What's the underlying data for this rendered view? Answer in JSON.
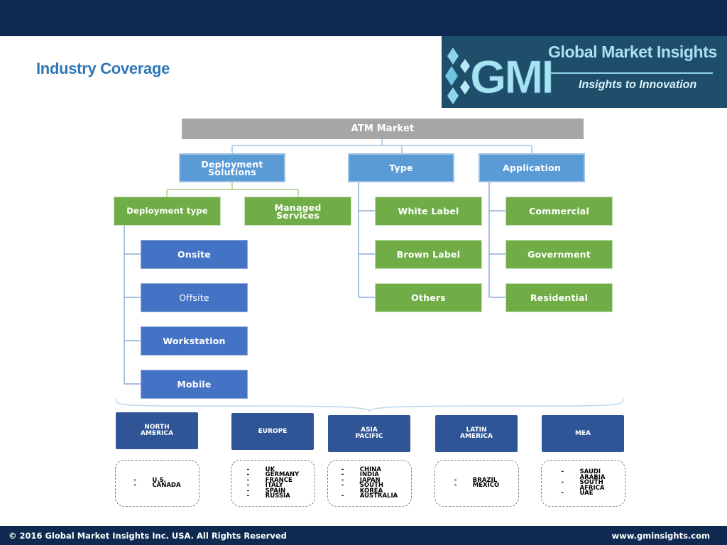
{
  "header": {
    "title": "Industry Coverage"
  },
  "logo": {
    "mark": "GMI",
    "name": "Global Market Insights",
    "tagline": "Insights to Innovation"
  },
  "colors": {
    "header_bg": "#0f2a51",
    "title_text": "#2e75b6",
    "root": "#a6a6a6",
    "category": "#5b9bd5",
    "subcategory": "#70ad47",
    "leaf": "#4472c4",
    "region": "#2f5597"
  },
  "diagram": {
    "root": "ATM Market",
    "categories": [
      "Deployment\nSolutions",
      "Type",
      "Application"
    ],
    "deployment": {
      "children": [
        "Deployment type",
        "Managed\nServices"
      ],
      "deployment_types": [
        "Onsite",
        "Offsite",
        "Workstation",
        "Mobile"
      ]
    },
    "type": [
      "White Label",
      "Brown Label",
      "Others"
    ],
    "application": [
      "Commercial",
      "Government",
      "Residential"
    ],
    "regions": [
      {
        "name": "NORTH\nAMERICA",
        "countries": [
          "U.S.",
          "CANADA"
        ]
      },
      {
        "name": "EUROPE",
        "countries": [
          "UK",
          "GERMANY",
          "FRANCE",
          "ITALY",
          "SPAIN",
          "RUSSIA"
        ]
      },
      {
        "name": "ASIA\nPACIFIC",
        "countries": [
          "CHINA",
          "INDIA",
          "JAPAN",
          "SOUTH\nKOREA",
          "AUSTRALIA"
        ]
      },
      {
        "name": "LATIN\nAMERICA",
        "countries": [
          "BRAZIL",
          "MEXICO"
        ]
      },
      {
        "name": "MEA",
        "countries": [
          "SAUDI\nARABIA",
          "SOUTH\nAFRICA",
          "UAE"
        ]
      }
    ]
  },
  "footer": {
    "copyright": "© 2016 Global Market Insights Inc. USA.  All Rights Reserved",
    "website": "www.gminsights.com"
  }
}
